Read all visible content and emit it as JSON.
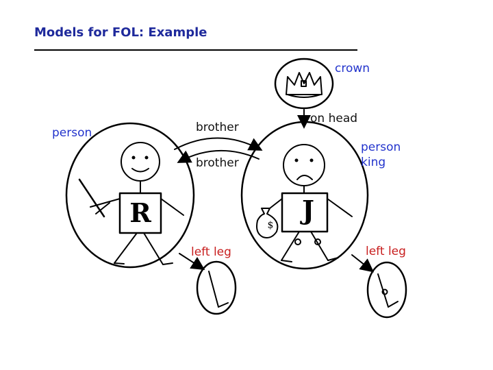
{
  "slide": {
    "title": "Models for FOL: Example"
  },
  "diagram": {
    "left_object_label": "person",
    "right_object_labels": [
      "person",
      "king"
    ],
    "crown_label": "crown",
    "relation_on_head": "on head",
    "relation_brother_top": "brother",
    "relation_brother_bottom": "brother",
    "left_leg_label_1": "left leg",
    "left_leg_label_2": "left leg",
    "box_left_letter": "R",
    "box_right_letter": "J",
    "bag_symbol": "$"
  },
  "colors": {
    "title": "#1f2a9c",
    "type_label": "#2233cc",
    "relation_label": "#111111",
    "function_label": "#c81e1e"
  }
}
